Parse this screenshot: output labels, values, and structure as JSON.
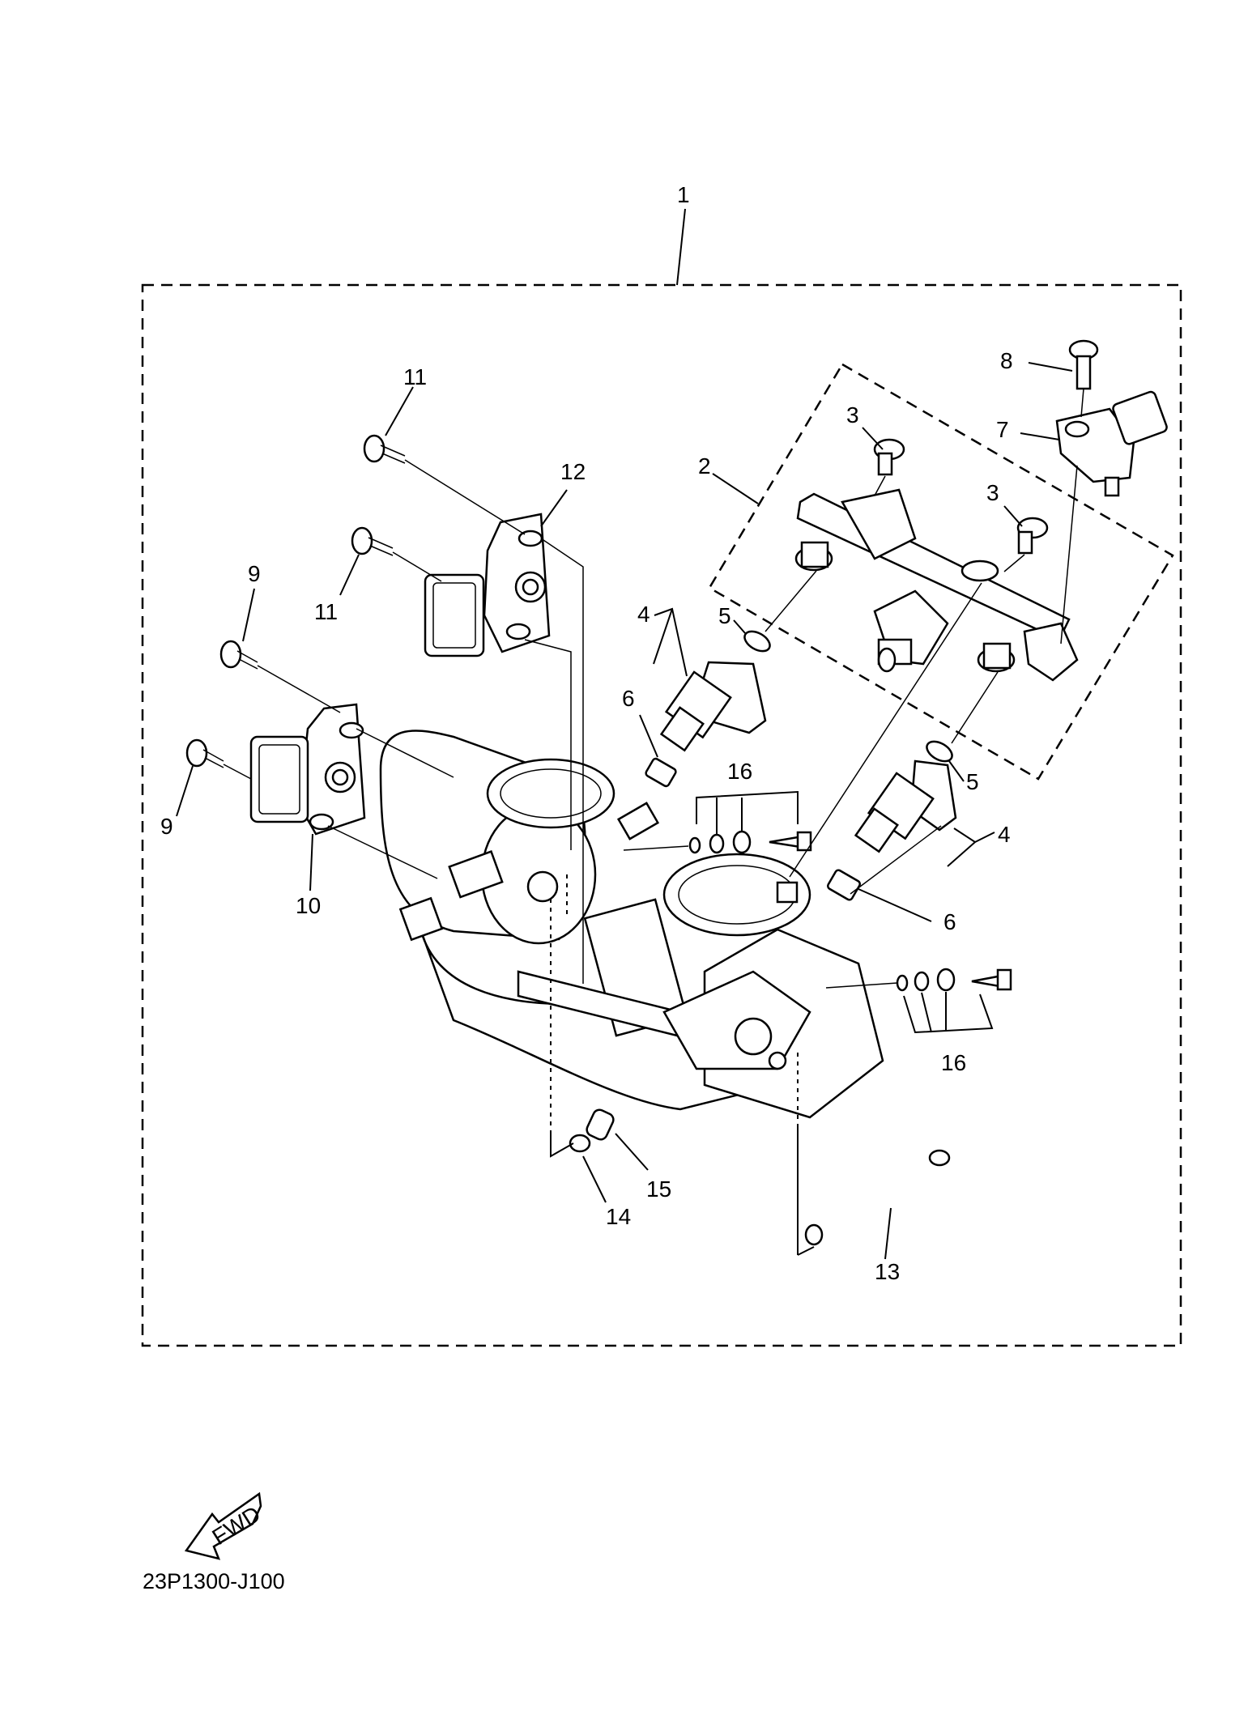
{
  "diagram": {
    "callouts": [
      "1",
      "2",
      "3",
      "3",
      "4",
      "4",
      "5",
      "5",
      "6",
      "6",
      "7",
      "8",
      "9",
      "9",
      "10",
      "11",
      "11",
      "12",
      "13",
      "14",
      "15",
      "16",
      "16"
    ],
    "fwd_label": "FWD",
    "code": "23P1300-J100"
  }
}
